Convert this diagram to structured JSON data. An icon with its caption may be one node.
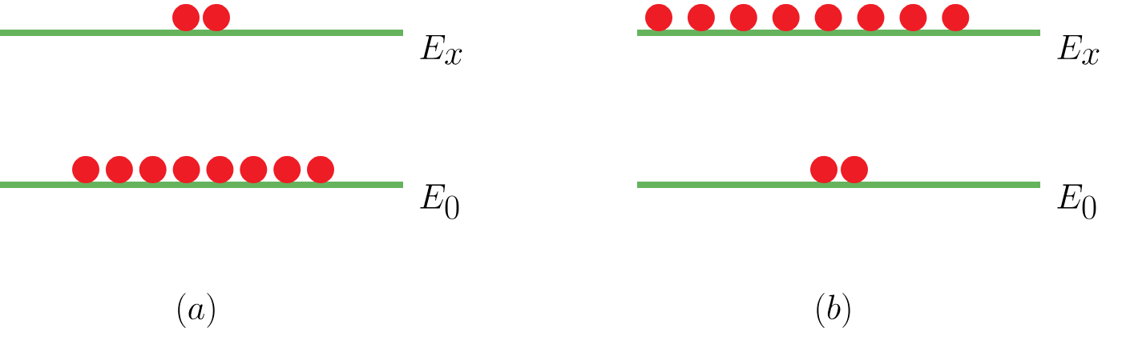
{
  "diagram": {
    "labels": [
      "E_x",
      "E_0",
      "E_x",
      "E_0",
      "(a)",
      "(b)"
    ]
  }
}
